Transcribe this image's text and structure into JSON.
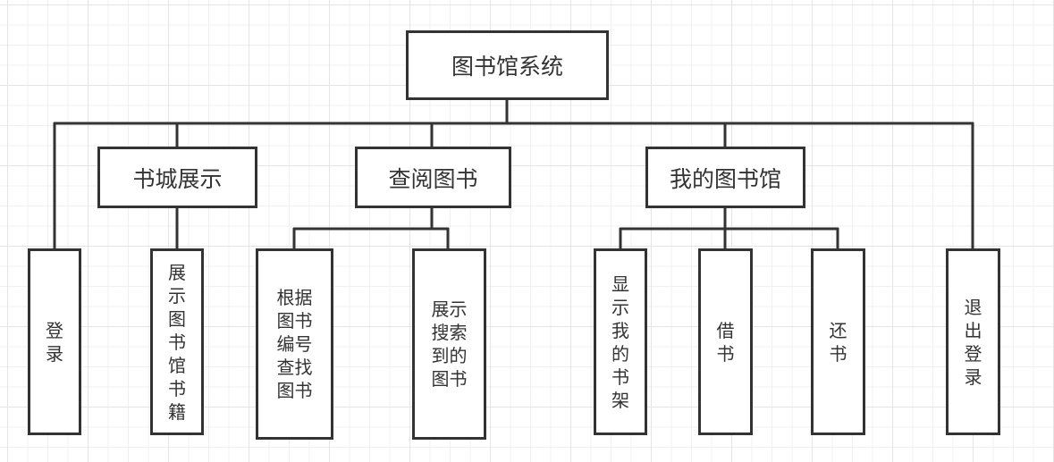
{
  "diagram": {
    "type": "hierarchy",
    "root": "图书馆系统",
    "line_color": "#333333",
    "nodes": {
      "root": "图书馆系统",
      "login": "登录",
      "bookstore_display": "书城展示",
      "show_library_books": "展示图书馆书籍",
      "browse_books": "查阅图书",
      "find_by_id": "根据图书编号查找图书",
      "show_search_results": "展示搜索到的图书",
      "my_library": "我的图书馆",
      "show_my_shelf": "显示我的书架",
      "borrow": "借书",
      "return": "还书",
      "logout": "退出登录"
    },
    "edges": [
      [
        "root",
        "login"
      ],
      [
        "root",
        "bookstore_display"
      ],
      [
        "root",
        "browse_books"
      ],
      [
        "root",
        "my_library"
      ],
      [
        "root",
        "logout"
      ],
      [
        "bookstore_display",
        "show_library_books"
      ],
      [
        "browse_books",
        "find_by_id"
      ],
      [
        "browse_books",
        "show_search_results"
      ],
      [
        "my_library",
        "show_my_shelf"
      ],
      [
        "my_library",
        "borrow"
      ],
      [
        "my_library",
        "return"
      ]
    ]
  }
}
